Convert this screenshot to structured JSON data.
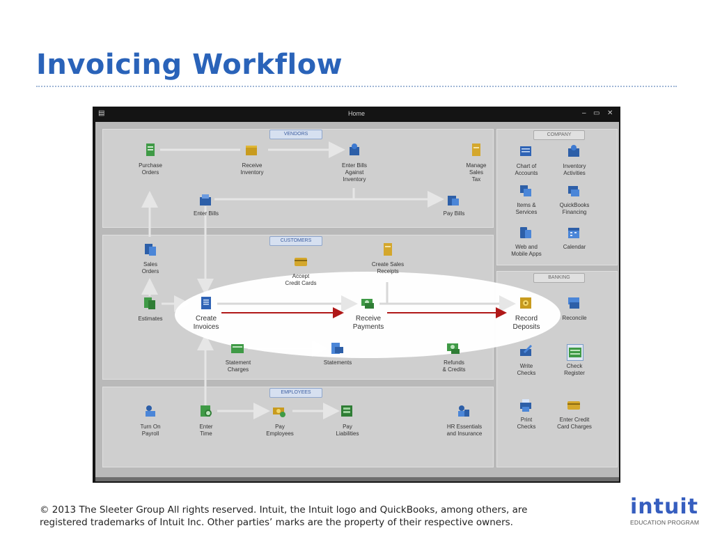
{
  "slide": {
    "title": "Invoicing Workflow",
    "footer_line1": "© 2013 The Sleeter Group  All rights reserved. Intuit, the Intuit logo and QuickBooks, among others, are",
    "footer_line2": "registered trademarks of Intuit Inc.  Other parties’ marks are the property of their respective owners.",
    "logo_text": "intuit",
    "logo_subtitle": "EDUCATION PROGRAM"
  },
  "window": {
    "title": "Home",
    "minimize": "–",
    "restore": "▭",
    "close": "✕"
  },
  "sections": {
    "vendors": "VENDORS",
    "customers": "CUSTOMERS",
    "employees": "EMPLOYEES",
    "company": "COMPANY",
    "banking": "BANKING"
  },
  "vendors": {
    "purchase_orders": "Purchase\nOrders",
    "receive_inventory": "Receive\nInventory",
    "enter_bills_against_inventory": "Enter Bills\nAgainst\nInventory",
    "manage_sales_tax": "Manage\nSales\nTax",
    "enter_bills": "Enter Bills",
    "pay_bills": "Pay Bills"
  },
  "customers": {
    "sales_orders": "Sales\nOrders",
    "accept_credit_cards": "Accept\nCredit Cards",
    "create_sales_receipts": "Create Sales\nReceipts",
    "estimates": "Estimates",
    "create_invoices": "Create\nInvoices",
    "receive_payments": "Receive\nPayments",
    "record_deposits": "Record\nDeposits",
    "statement_charges": "Statement\nCharges",
    "statements": "Statements",
    "refunds_credits": "Refunds\n& Credits"
  },
  "employees": {
    "turn_on_payroll": "Turn On\nPayroll",
    "enter_time": "Enter\nTime",
    "pay_employees": "Pay\nEmployees",
    "pay_liabilities": "Pay\nLiabilities",
    "hr_essentials": "HR Essentials\nand Insurance"
  },
  "company": {
    "chart_of_accounts": "Chart of\nAccounts",
    "inventory_activities": "Inventory\nActivities",
    "items_services": "Items &\nServices",
    "quickbooks_financing": "QuickBooks\nFinancing",
    "web_mobile_apps": "Web and\nMobile Apps",
    "calendar": "Calendar"
  },
  "banking": {
    "reconcile": "Reconcile",
    "write_checks": "Write\nChecks",
    "check_register": "Check\nRegister",
    "print_checks": "Print\nChecks",
    "enter_credit_card_charges": "Enter Credit\nCard Charges"
  },
  "colors": {
    "title_blue": "#2a63b9",
    "workflow_arrow": "#b01818",
    "flow_arrow": "#e6e6e6"
  }
}
